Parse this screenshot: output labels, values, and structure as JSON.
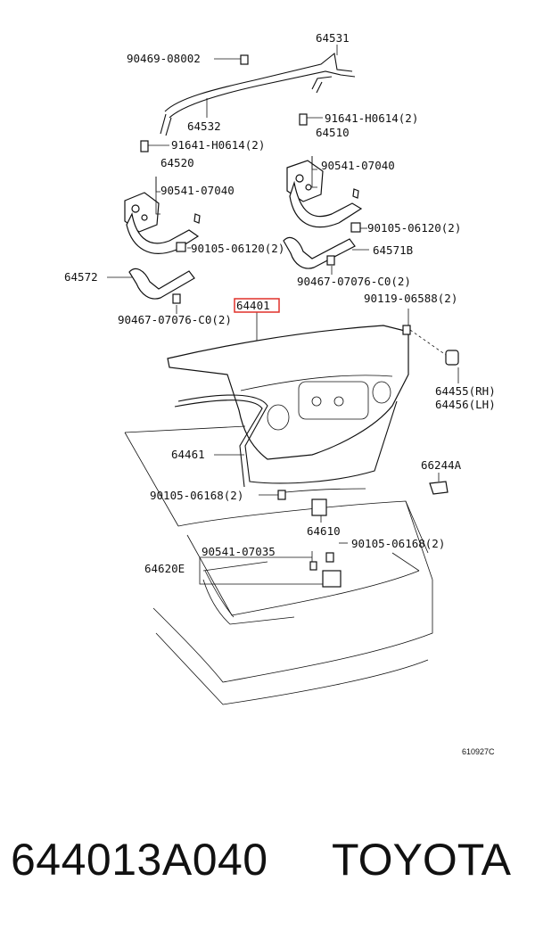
{
  "callouts": {
    "p64531": "64531",
    "p90469": "90469-08002",
    "p64532": "64532",
    "p91641_top": "91641-H0614(2)",
    "p64510": "64510",
    "p91641_left": "91641-H0614(2)",
    "p64520": "64520",
    "p90541_right": "90541-07040",
    "p90541_left": "90541-07040",
    "p90105_right": "90105-06120(2)",
    "p90105_left": "90105-06120(2)",
    "p64571B": "64571B",
    "p64572": "64572",
    "p90467_right": "90467-07076-C0(2)",
    "p90119": "90119-06588(2)",
    "p64401": "64401",
    "p90467_left": "90467-07076-C0(2)",
    "p64455": "64455(RH)",
    "p64456": "64456(LH)",
    "p64461": "64461",
    "p66244A": "66244A",
    "p90105_06168_left": "90105-06168(2)",
    "p64610": "64610",
    "p90541_07035": "90541-07035",
    "p90105_06168_right": "90105-06168(2)",
    "p64620E": "64620E"
  },
  "diagram_code": "610927C",
  "highlight_color": "#e0312a",
  "footer": {
    "part_number": "644013A040",
    "brand": "TOYOTA"
  }
}
